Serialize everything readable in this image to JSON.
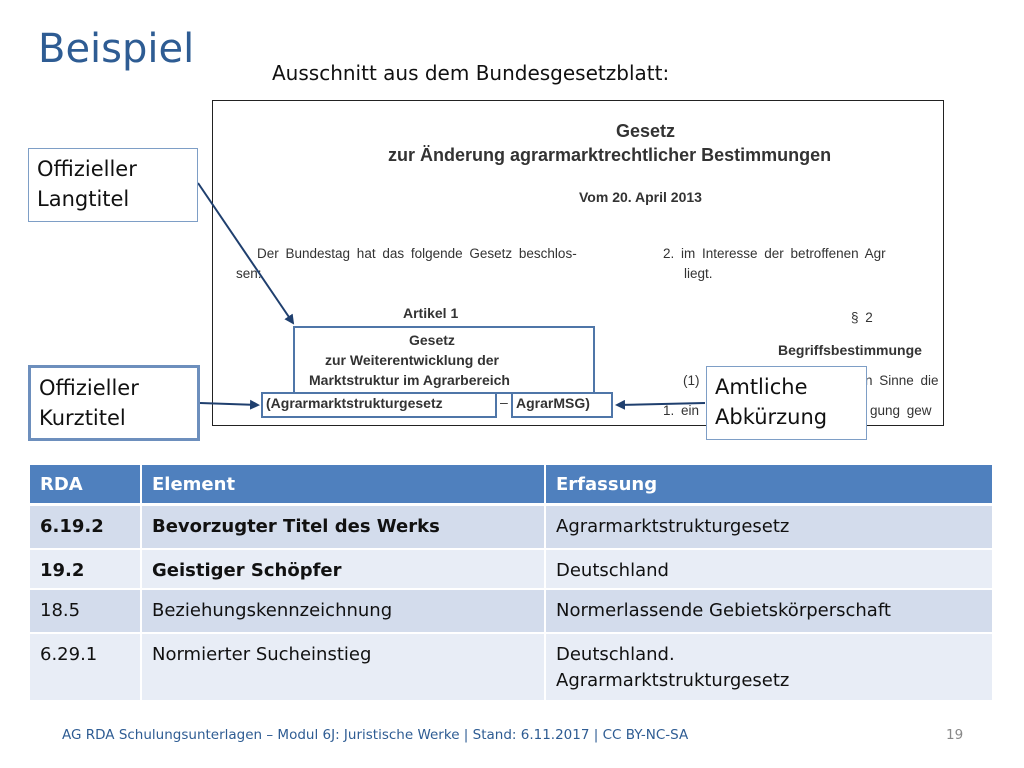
{
  "title": "Beispiel",
  "subtitle": "Ausschnitt aus dem Bundesgesetzblatt:",
  "excerpt": {
    "heading_1": "Gesetz",
    "heading_2": "zur Änderung agrarmarktrechtlicher Bestimmungen",
    "date": "Vom 20. April 2013",
    "left_line_1": "Der Bundestag hat das folgende Gesetz beschlos-",
    "left_line_2": "sen:",
    "right_line_1": "2. im Interesse der betroffenen Agr",
    "right_line_2": "liegt.",
    "article": "Artikel 1",
    "law_title_1": "Gesetz",
    "law_title_2": "zur Weiterentwicklung der",
    "law_title_3": "Marktstruktur im Agrarbereich",
    "short_title_open": "(Agrarmarktstrukturgesetz",
    "dash": "–",
    "abbreviation": "AgrarMSG)",
    "section": "§ 2",
    "section_title": "Begriffsbestimmunge",
    "right_line_3a": "(1)",
    "right_line_3b": "n Sinne die",
    "right_line_4a": "1. ein",
    "right_line_4b": "gung gew"
  },
  "callouts": {
    "langtitel_1": "Offizieller",
    "langtitel_2": "Langtitel",
    "kurztitel_1": "Offizieller",
    "kurztitel_2": "Kurztitel",
    "abk_1": "Amtliche",
    "abk_2": "Abkürzung"
  },
  "table": {
    "headers": [
      "RDA",
      "Element",
      "Erfassung"
    ],
    "rows": [
      {
        "rda": "6.19.2",
        "element": "Bevorzugter Titel des Werks",
        "erfassung": "Agrarmarktstrukturgesetz"
      },
      {
        "rda": "19.2",
        "element": "Geistiger Schöpfer",
        "erfassung": "Deutschland"
      },
      {
        "rda": "18.5",
        "element": "Beziehungskennzeichnung",
        "erfassung": "Normerlassende Gebietskörperschaft"
      },
      {
        "rda": "6.29.1",
        "element": "Normierter Sucheinstieg",
        "erfassung_1": "Deutschland.",
        "erfassung_2": "Agrarmarktstrukturgesetz"
      }
    ]
  },
  "footer": "AG RDA Schulungsunterlagen – Modul 6J: Juristische Werke | Stand: 6.11.2017 | CC BY-NC-SA",
  "page_number": "19",
  "colors": {
    "accent": "#2e5c93",
    "table_header": "#4f80be",
    "table_row": "#d3dcec",
    "table_row_alt": "#e8edf6",
    "highlight_box": "#4f76a8"
  }
}
